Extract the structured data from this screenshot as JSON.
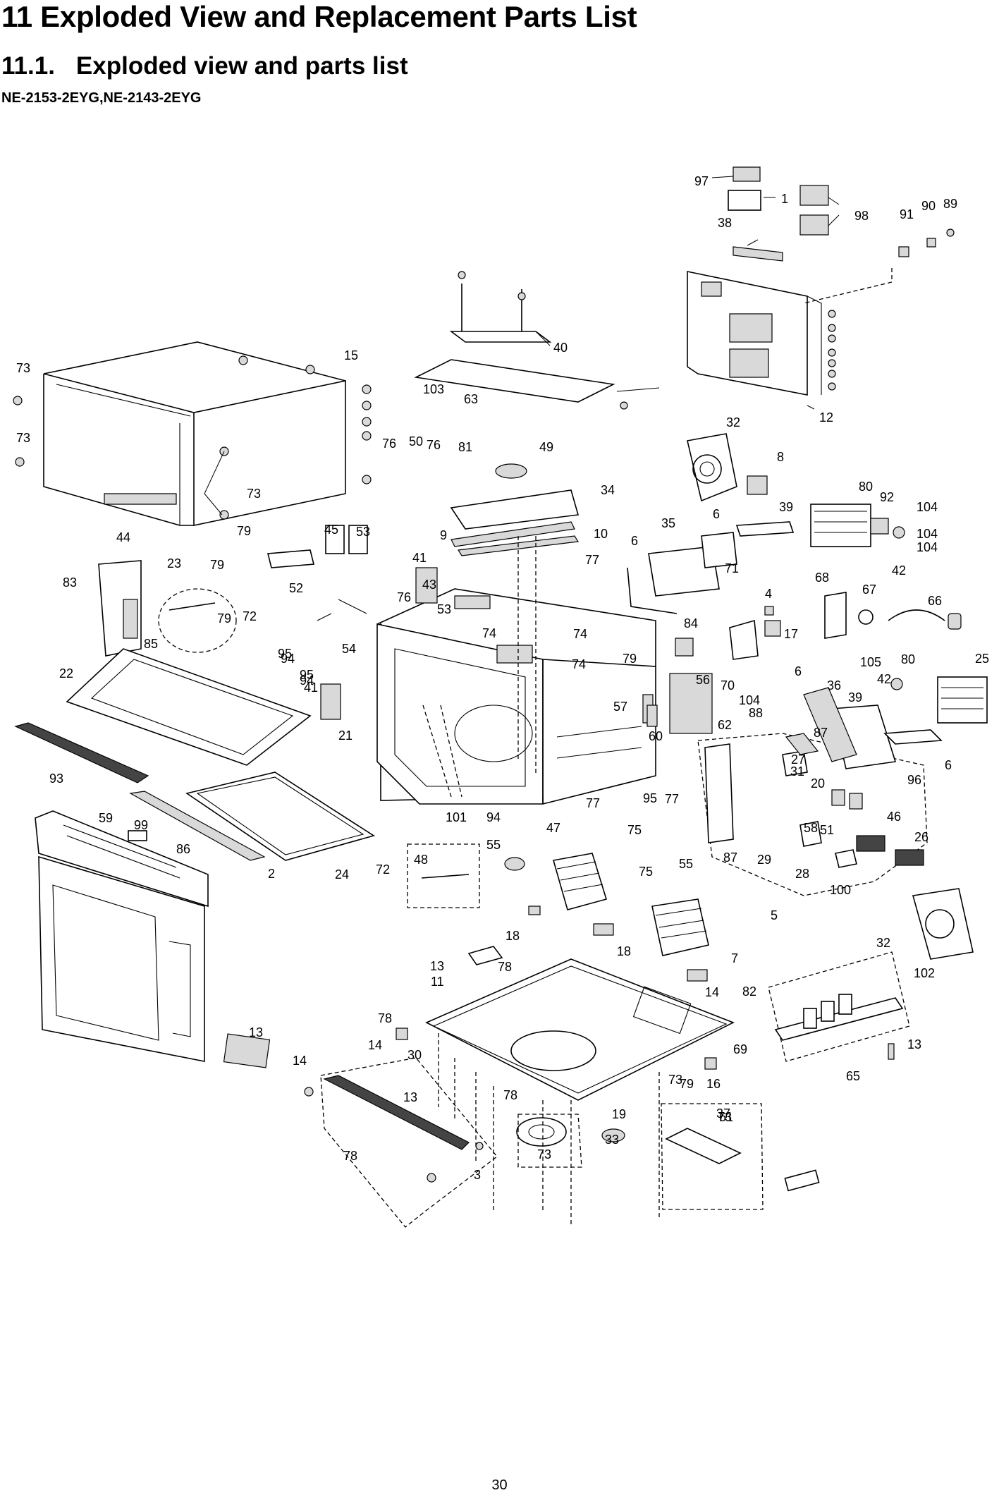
{
  "section_title": "11 Exploded View and Replacement Parts List",
  "subsection": {
    "number": "11.1.",
    "title": "Exploded view and parts list"
  },
  "models": "NE-2153-2EYG,NE-2143-2EYG",
  "page_number": "30",
  "diagram": {
    "callouts": [
      "97",
      "1",
      "98",
      "91",
      "90",
      "89",
      "38",
      "12",
      "40",
      "15",
      "73",
      "73",
      "73",
      "63",
      "103",
      "32",
      "8",
      "76",
      "50",
      "76",
      "81",
      "49",
      "34",
      "80",
      "92",
      "104",
      "104",
      "104",
      "42",
      "44",
      "79",
      "45",
      "53",
      "9",
      "10",
      "35",
      "6",
      "39",
      "6",
      "71",
      "41",
      "43",
      "77",
      "23",
      "79",
      "83",
      "85",
      "52",
      "74",
      "76",
      "53",
      "72",
      "79",
      "68",
      "67",
      "66",
      "4",
      "17",
      "84",
      "54",
      "74",
      "95",
      "94",
      "95",
      "94",
      "22",
      "41",
      "21",
      "74",
      "79",
      "56",
      "57",
      "60",
      "62",
      "88",
      "70",
      "104",
      "105",
      "42",
      "80",
      "25",
      "6",
      "36",
      "39",
      "6",
      "96",
      "87",
      "27",
      "31",
      "20",
      "93",
      "101",
      "94",
      "95",
      "77",
      "77",
      "75",
      "47",
      "58",
      "51",
      "46",
      "26",
      "87",
      "29",
      "28",
      "100",
      "5",
      "59",
      "99",
      "86",
      "2",
      "24",
      "72",
      "48",
      "55",
      "75",
      "55",
      "7",
      "32",
      "102",
      "18",
      "18",
      "14",
      "13",
      "78",
      "11",
      "82",
      "65",
      "13",
      "78",
      "14",
      "30",
      "69",
      "73",
      "16",
      "13",
      "14",
      "13",
      "78",
      "19",
      "33",
      "61",
      "79",
      "37",
      "73",
      "78",
      "3",
      "73"
    ]
  }
}
